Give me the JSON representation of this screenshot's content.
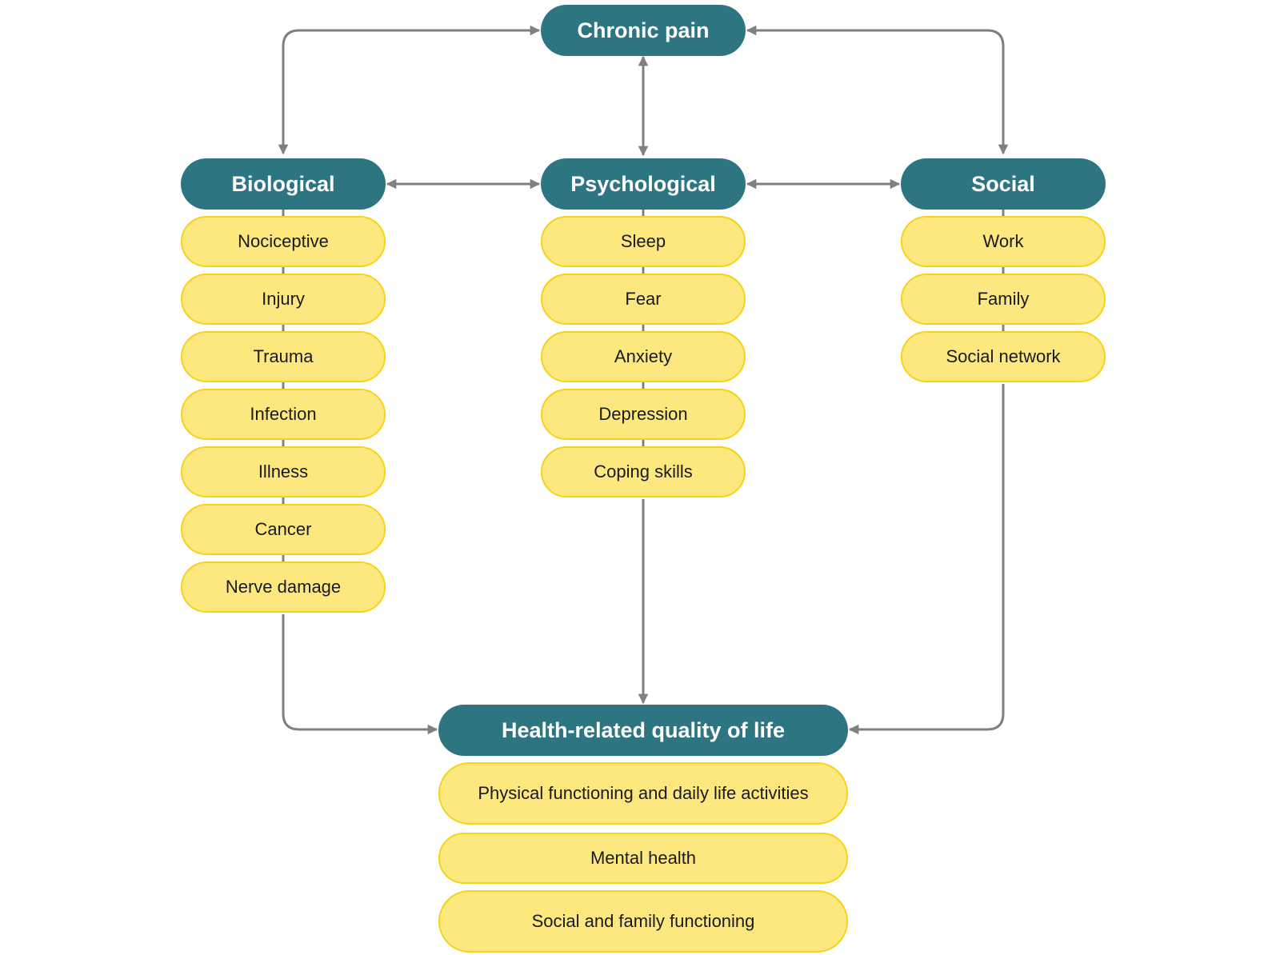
{
  "colors": {
    "header_fill": "#2e7582",
    "item_fill": "#fde87f",
    "item_border": "#f5d31a",
    "connector": "#808080"
  },
  "top": {
    "label": "Chronic pain"
  },
  "biological": {
    "label": "Biological",
    "items": [
      "Nociceptive",
      "Injury",
      "Trauma",
      "Infection",
      "Illness",
      "Cancer",
      "Nerve damage"
    ]
  },
  "psychological": {
    "label": "Psychological",
    "items": [
      "Sleep",
      "Fear",
      "Anxiety",
      "Depression",
      "Coping skills"
    ]
  },
  "social": {
    "label": "Social",
    "items": [
      "Work",
      "Family",
      "Social network"
    ]
  },
  "outcome": {
    "label": "Health-related quality of life",
    "items": [
      "Physical functioning and daily life activities",
      "Mental health",
      "Social and family functioning"
    ]
  }
}
